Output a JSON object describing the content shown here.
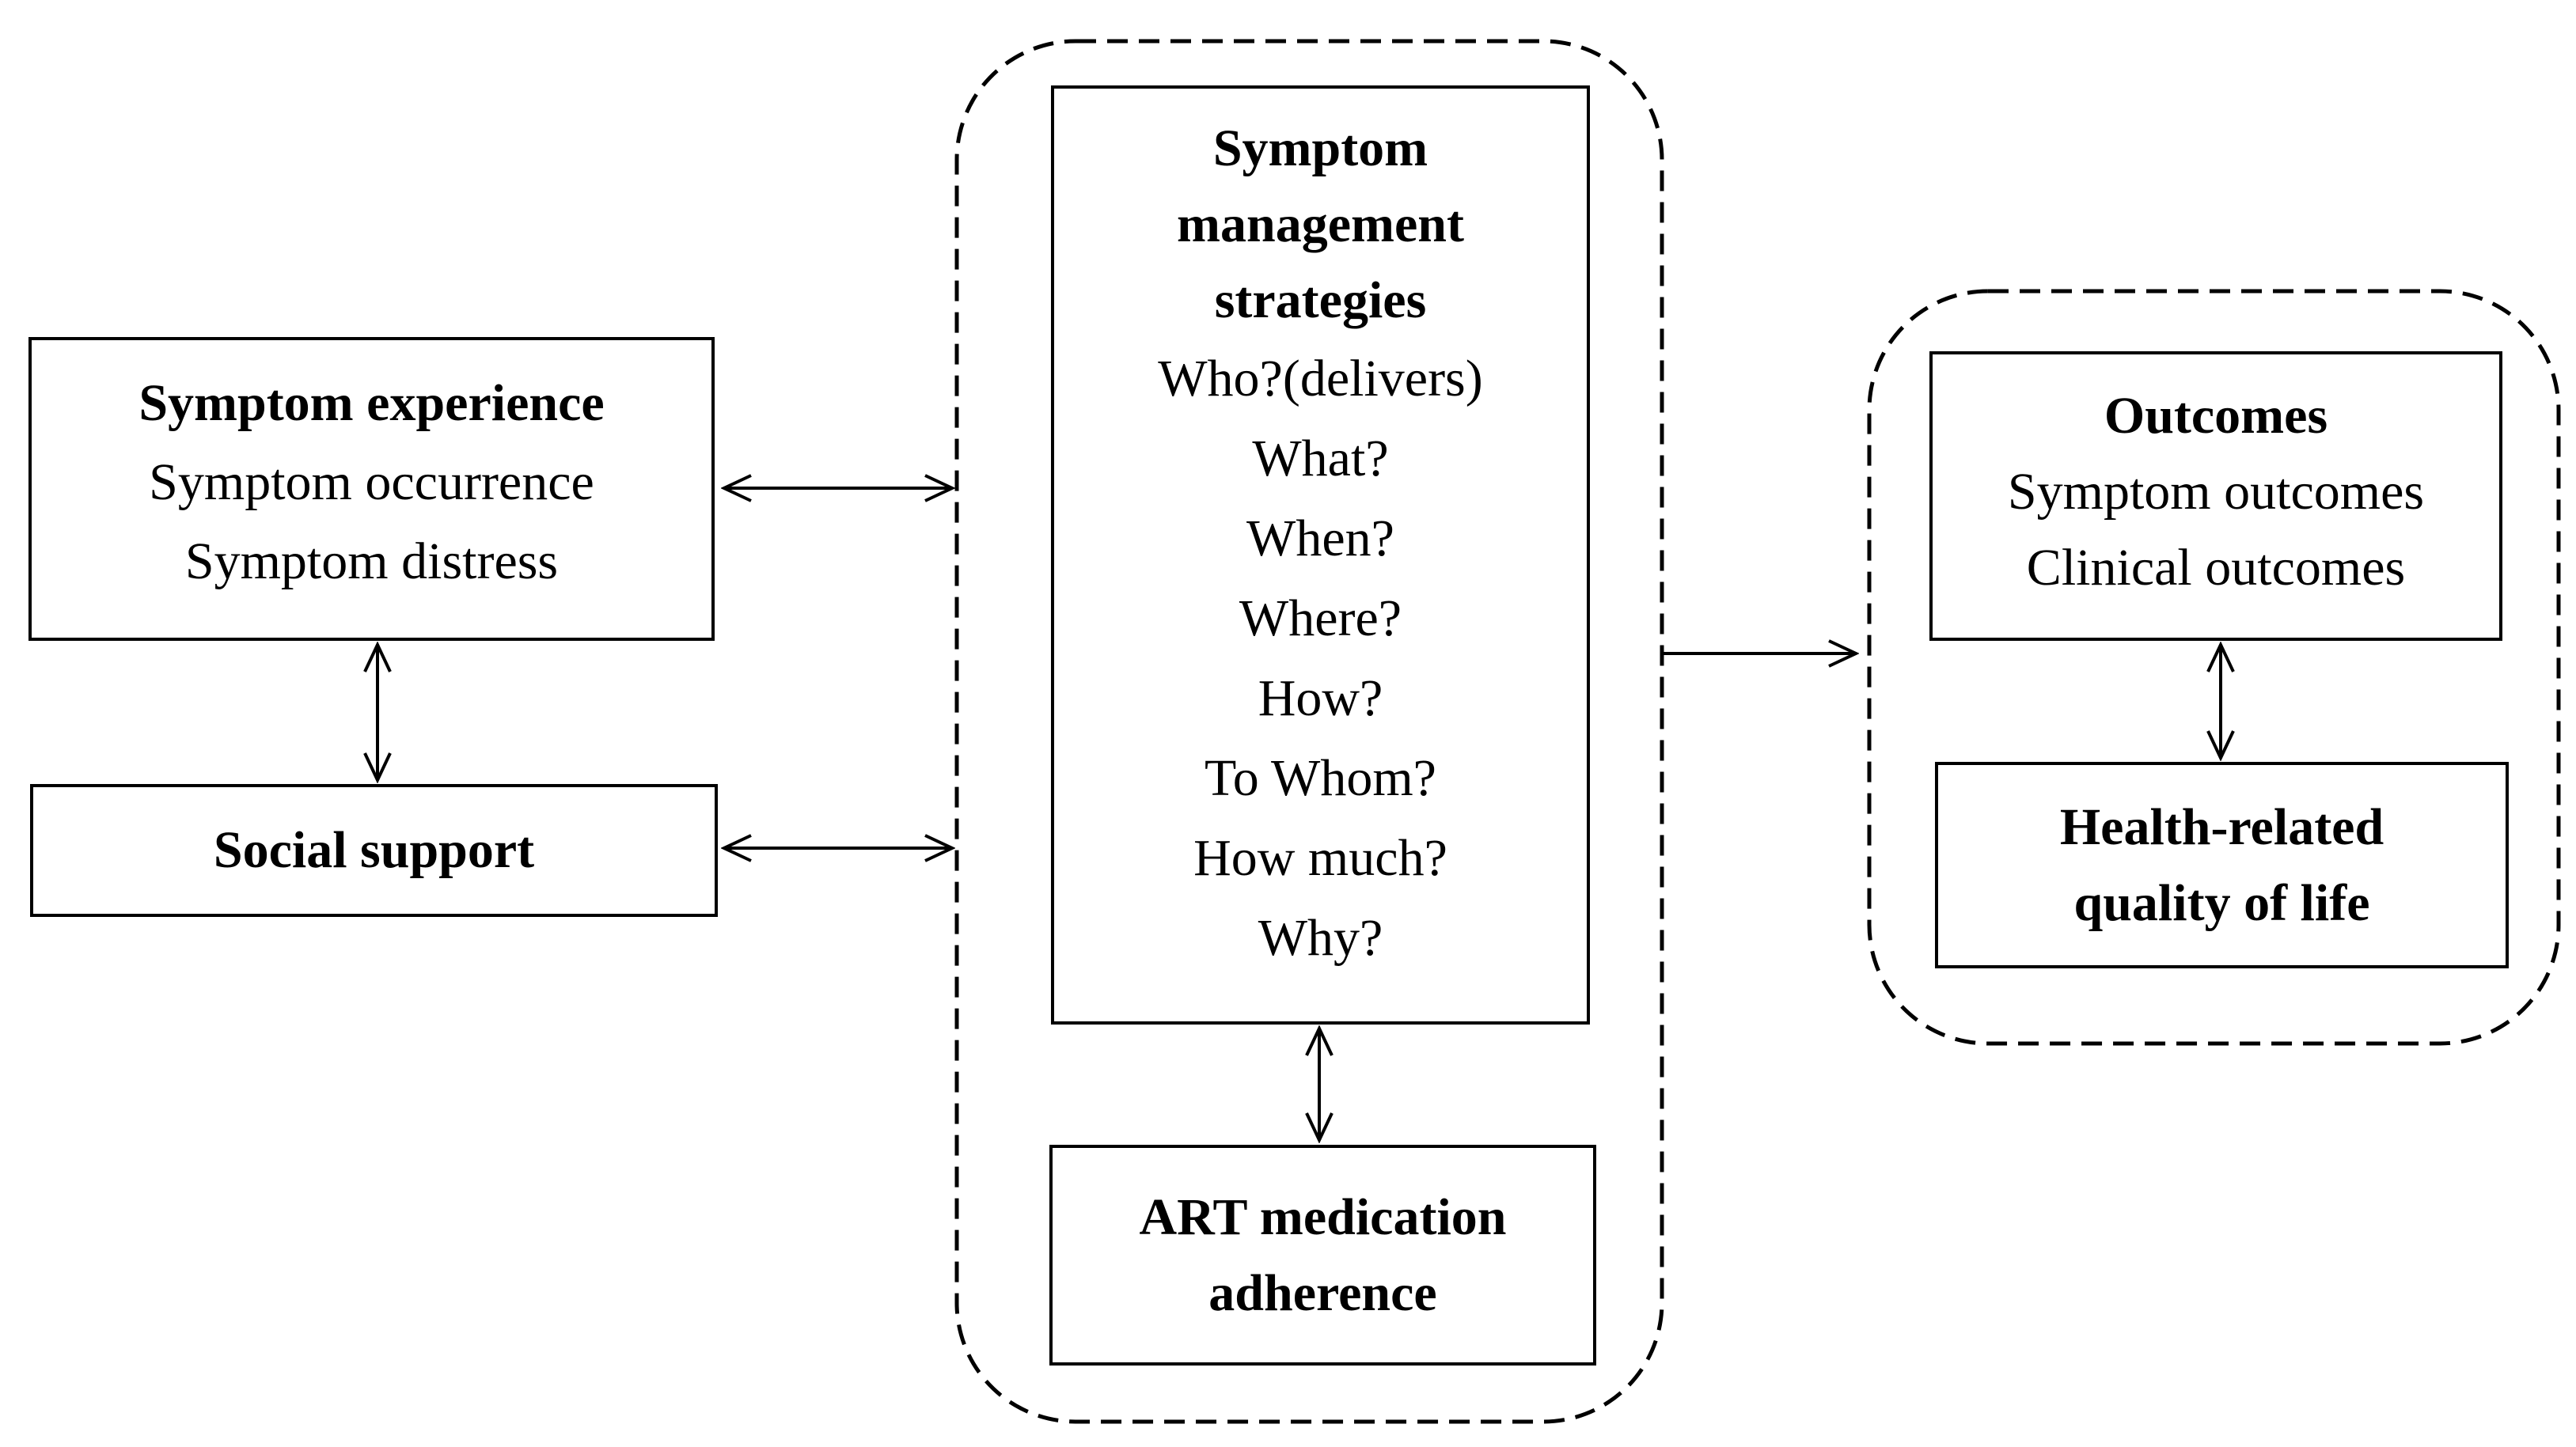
{
  "symptom_experience": {
    "title": "Symptom experience",
    "items": [
      "Symptom occurrence",
      "Symptom distress"
    ]
  },
  "social_support": {
    "title": "Social support"
  },
  "strategies": {
    "title_lines": [
      "Symptom",
      "management",
      "strategies"
    ],
    "questions": [
      "Who?(delivers)",
      "What?",
      "When?",
      "Where?",
      "How?",
      "To Whom?",
      "How much?",
      "Why?"
    ]
  },
  "art_adherence": {
    "title_lines": [
      "ART medication",
      "adherence"
    ]
  },
  "outcomes": {
    "title": "Outcomes",
    "items": [
      "Symptom outcomes",
      "Clinical outcomes"
    ]
  },
  "hrqol": {
    "title_lines": [
      "Health-related",
      "quality of life"
    ]
  },
  "colors": {
    "line": "#000000",
    "background": "#ffffff"
  }
}
